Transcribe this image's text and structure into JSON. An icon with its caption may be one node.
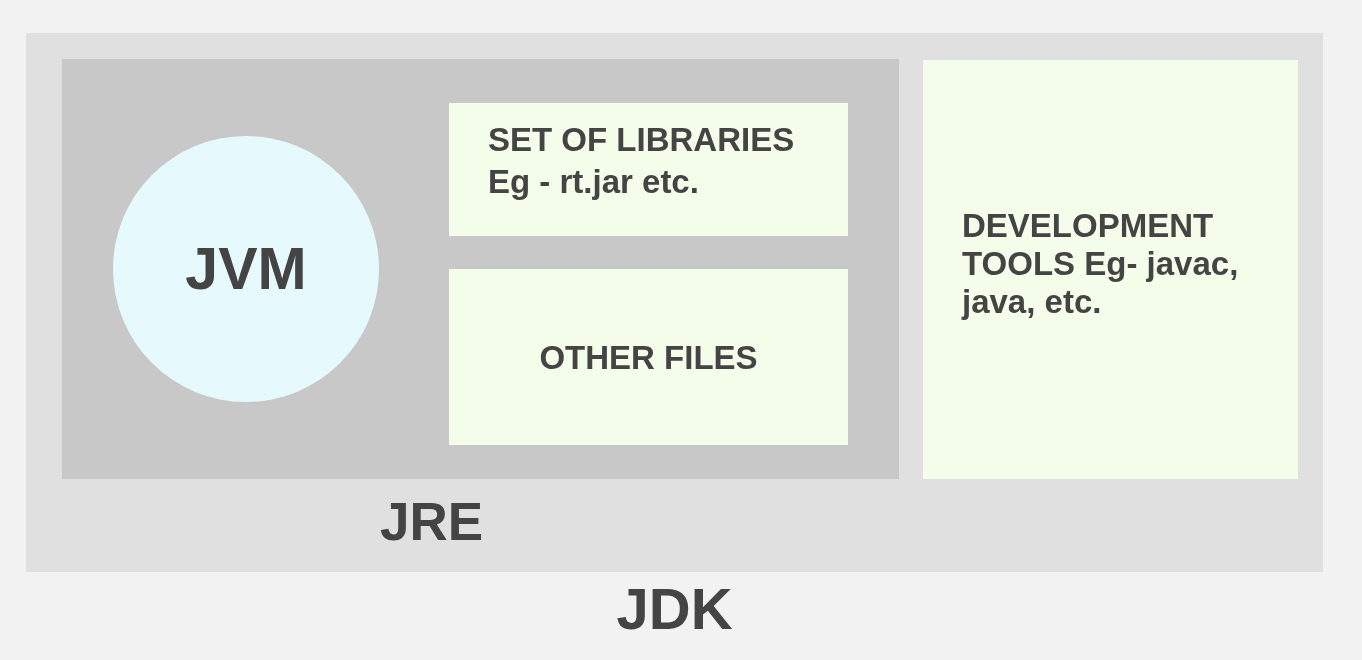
{
  "diagram": {
    "nodes": [
      {
        "text": [
          "JDK"
        ]
      },
      {
        "text": [
          "JRE"
        ],
        "in": 0
      },
      {
        "text": [
          "JVM"
        ],
        "in": 1
      },
      {
        "text": [
          "SET OF LIBRARIES",
          "Eg - rt.jar etc."
        ],
        "in": 1
      },
      {
        "text": [
          "OTHER FILES"
        ],
        "in": 1
      },
      {
        "text": [
          "DEVELOPMENT TOOLS Eg- javac, java, etc."
        ],
        "in": 0
      }
    ]
  }
}
